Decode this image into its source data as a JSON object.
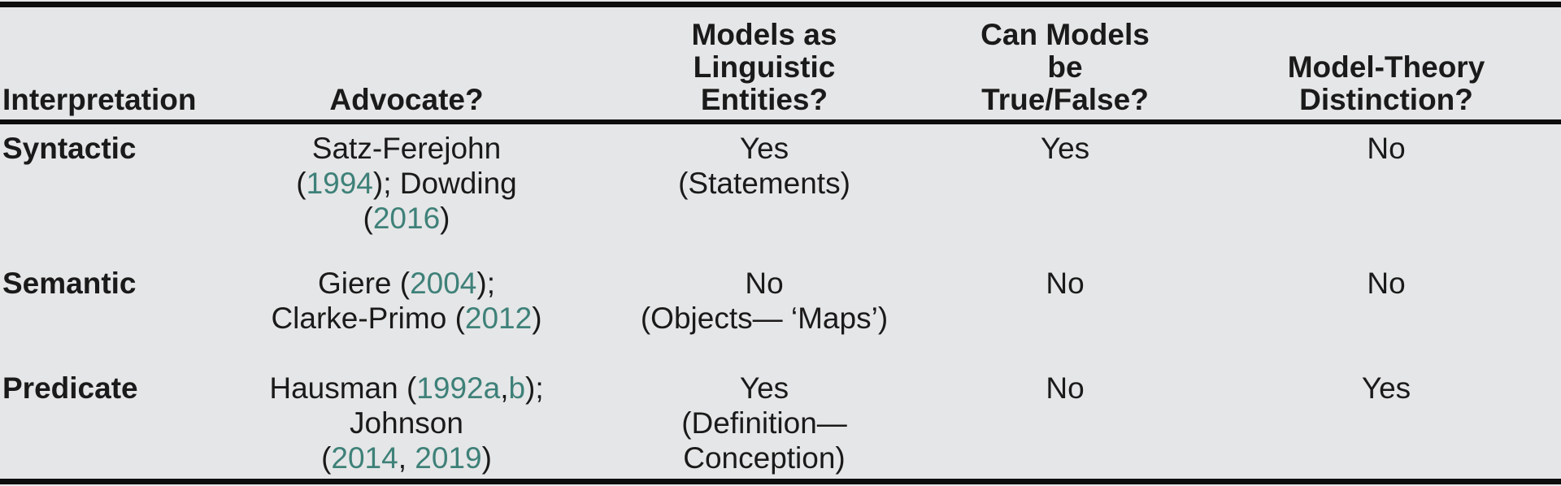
{
  "colors": {
    "background": "#e5e6e7",
    "text": "#1a1a1a",
    "rule": "#0d0d0d",
    "citation_link": "#3e8179"
  },
  "header": {
    "interpretation": [
      "Interpretation"
    ],
    "advocate": [
      "Advocate?"
    ],
    "linguistic": [
      "Models as",
      "Linguistic",
      "Entities?"
    ],
    "true_false": [
      "Can Models",
      "be",
      "True/False?"
    ],
    "distinction": [
      "Model-Theory",
      "Distinction?"
    ]
  },
  "rows": [
    {
      "interpretation": "Syntactic",
      "advocate": [
        [
          {
            "t": "Satz-Ferejohn"
          }
        ],
        [
          {
            "t": "("
          },
          {
            "t": "1994",
            "link": true
          },
          {
            "t": "); Dowding"
          }
        ],
        [
          {
            "t": "("
          },
          {
            "t": "2016",
            "link": true
          },
          {
            "t": ")"
          }
        ]
      ],
      "linguistic": [
        "Yes",
        "(Statements)"
      ],
      "true_false": "Yes",
      "distinction": "No"
    },
    {
      "interpretation": "Semantic",
      "advocate": [
        [
          {
            "t": "Giere ("
          },
          {
            "t": "2004",
            "link": true
          },
          {
            "t": ");"
          }
        ],
        [
          {
            "t": "Clarke-Primo ("
          },
          {
            "t": "2012",
            "link": true
          },
          {
            "t": ")"
          }
        ]
      ],
      "linguistic": [
        "No",
        "(Objects— ‘Maps’)"
      ],
      "true_false": "No",
      "distinction": "No"
    },
    {
      "interpretation": "Predicate",
      "advocate": [
        [
          {
            "t": "Hausman ("
          },
          {
            "t": "1992a",
            "link": true
          },
          {
            "t": ","
          },
          {
            "t": "b",
            "link": true
          },
          {
            "t": ");"
          }
        ],
        [
          {
            "t": "Johnson"
          }
        ],
        [
          {
            "t": "("
          },
          {
            "t": "2014",
            "link": true
          },
          {
            "t": ", "
          },
          {
            "t": "2019",
            "link": true
          },
          {
            "t": ")"
          }
        ]
      ],
      "linguistic": [
        "Yes",
        "(Definition—",
        "Conception)"
      ],
      "true_false": "No",
      "distinction": "Yes"
    }
  ]
}
